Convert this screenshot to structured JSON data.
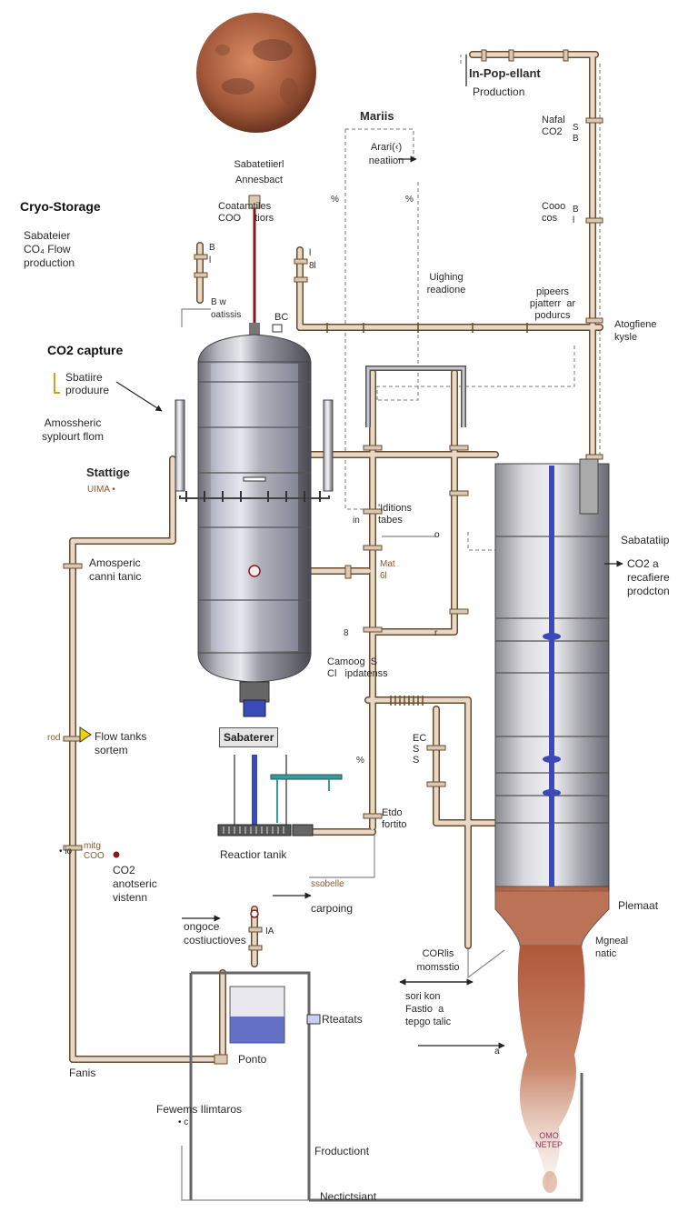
{
  "labels": {
    "cryo_storage": "Cryo-Storage",
    "sabatier_flow": "Sabateier\nCO₄ Flow\nproduction",
    "co2_capture": "CO2 capture",
    "sabatiire_produre": "Sbatiire\nproduure",
    "atmospheric_flow": "Amossheric\nsyplourt flom",
    "stattige": "Stattige",
    "uima": "UIMA •",
    "atmospheric_tank": "Amosperic\ncanni tanic",
    "flow_tanks": "Flow tanks\nsortem",
    "co2_atmospheric": "CO2\nanotseric\nvistenn",
    "ongoce": "ongoce\ncostiuctioves",
    "fanis": "Fanis",
    "fewems": "Fewems Ilimtaros",
    "ponto": "Ponto",
    "rteatats": "Rteatats",
    "froductiont": "Froductiont",
    "nectictsiant": "Nectictsiant",
    "reactior_tank": "Reactior tanik",
    "sabaterer": "Sabaterer",
    "sabatier_top": "Sabatetiierl\nAnnesbact",
    "coatalt": "Coatamtiles\nCOO     tiors",
    "oatissis": "oatissis",
    "bc": "BC",
    "maris": "Mariis",
    "arari": "Arari(‹)\nneatiion",
    "in_propellant": "In-Pop-ellant",
    "production": "Production",
    "nafal": "Nafal\nCO2",
    "cooo": "Cooo\ncos",
    "uighing": "Uighing\nreadione",
    "pipeers": "pipeers\npjatterr  ar\npodurcs",
    "atogfiene": "Atogfiene\nkysle",
    "iditions": "'Iditions\ntabes",
    "mat": "Mat\n6l",
    "camooo": "Camoog  S\nCl   ipdatenss",
    "ec": "EC\nS\nS",
    "etdo": "Etdo\nfortito",
    "sabatatiip": "Sabatatiip",
    "co2_recafiere": "CO2 a\nrecafiere\nprodcton",
    "sbobelle": "ssobelle",
    "carpoing": "carpoing",
    "coris": "CORlis\nmomsstio",
    "sorikon": "sori kon\nFastio  a\ntepgo talic",
    "pleniat": "Plemaat",
    "mgneal": "Mgneal\nnatic",
    "omo": "OMO\nNETEP",
    "pct1": "%",
    "pct2": "%",
    "pct3": "%",
    "rod": "rod",
    "mitg": "mitg\nCOO",
    "small_b": "B\nl",
    "small_l": "l\n8l",
    "small_w": "B\nw",
    "small_c": "B\nl",
    "small_in": "in",
    "small_o": "o",
    "small_a": "a",
    "small_s": "S\nB",
    "small_8": "8",
    "small_r": "r",
    "small_io": "• io",
    "small_ia": "IA",
    "small_co": "• c"
  },
  "colors": {
    "pipe": "#e8d8c8",
    "pipe_edge": "#6b4a2a",
    "steel_dark": "#5a5a62",
    "steel_light": "#d8d8dc",
    "coolant": "#3a4ab8",
    "exhaust": "#b85a3a",
    "planet": "#b06a4a"
  },
  "icons": {
    "planet": "mars-icon",
    "valve": "valve-icon",
    "arrow": "arrow-icon"
  }
}
